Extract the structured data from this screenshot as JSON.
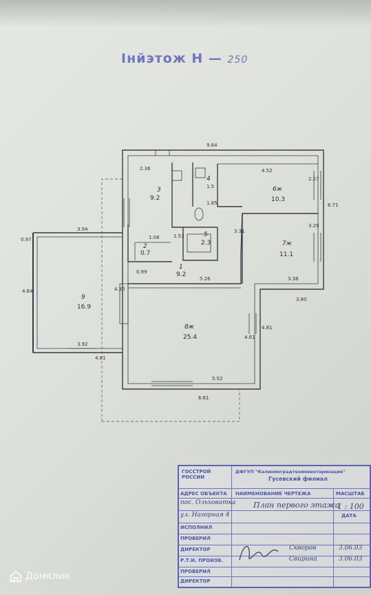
{
  "header": {
    "prefix": "Iнй",
    "text": "этож Н —",
    "height": "250"
  },
  "plan": {
    "dims": {
      "top": "9.64",
      "d236": "2.36",
      "d452": "4.52",
      "d227": "2.27",
      "d671": "6.71",
      "d329": "3.29",
      "d394": "3.94",
      "d097": "0.97",
      "d464": "4.64",
      "d392": "3.92",
      "d481": "4.81",
      "d552": "5.52",
      "d661": "6.61",
      "d380": "3.80",
      "d481b": "4.81",
      "d461": "4.61",
      "d526": "5.26",
      "d338": "3.38",
      "d430": "4.30",
      "d099": "0.99",
      "d108": "1.08",
      "d153": "1.53",
      "d331": "3.31",
      "d15": "1.5",
      "d185": "1.85"
    },
    "rooms": [
      {
        "num": "3",
        "area": "9.2"
      },
      {
        "num": "6ж",
        "area": "10.3"
      },
      {
        "num": "7ж",
        "area": "11.1"
      },
      {
        "num": "9",
        "area": "16.9"
      },
      {
        "num": "8ж",
        "area": "25.4"
      },
      {
        "num": "1",
        "area": "9.2"
      },
      {
        "num": "5",
        "area": "2.3"
      },
      {
        "num": "2",
        "area": "0.7"
      },
      {
        "num": "4",
        "area": "1.5"
      }
    ]
  },
  "title_block": {
    "org_left": "ГОССТРОЙ\nРОССИИ",
    "org_right": "ДФГУП \"Калининградтехинвентаризация\"",
    "branch": "Гусевский филиал",
    "row_labels": [
      "АДРЕС ОБЪЕКТА",
      "ИСПОЛНИЛ",
      "ПРОВЕРИЛ",
      "ДИРЕКТОР",
      "Р.Т.И. ПРОИЗВ.",
      "ПРОВЕРИЛ",
      "ДИРЕКТОР"
    ],
    "address1": "пос. Ольховатка",
    "address2": "ул. Нагорная 4",
    "drawing_name_label": "НАИМЕНОВАНИЕ ЧЕРТЕЖА",
    "drawing_name": "План первого этажа",
    "scale_label": "МАСШТАБ",
    "scale": "1 : 100",
    "date_label": "ДАТА",
    "signer1": "Скворов",
    "signer2": "Свирина",
    "date1": "3.06.03",
    "date2": "3.06.03"
  },
  "watermark": {
    "text": "Домклик"
  }
}
